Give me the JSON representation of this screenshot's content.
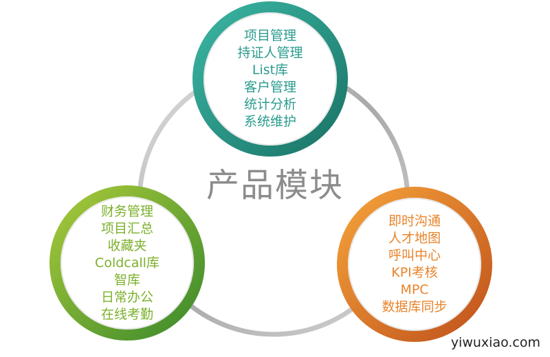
{
  "center_title": "产品模块",
  "modules": {
    "top": {
      "color": "#2a9b8d",
      "items": [
        "项目管理",
        "持证人管理",
        "List库",
        "客户管理",
        "统计分析",
        "系统维护"
      ]
    },
    "left": {
      "color": "#7cb02b",
      "items": [
        "财务管理",
        "项目汇总",
        "收藏夹",
        "Coldcall库",
        "智库",
        "日常办公",
        "在线考勤"
      ]
    },
    "right": {
      "color": "#e8842b",
      "items": [
        "即时沟通",
        "人才地图",
        "呼叫中心",
        "KPI考核",
        "MPC",
        "数据库同步"
      ]
    }
  },
  "footer": "yiwuxiao.com"
}
